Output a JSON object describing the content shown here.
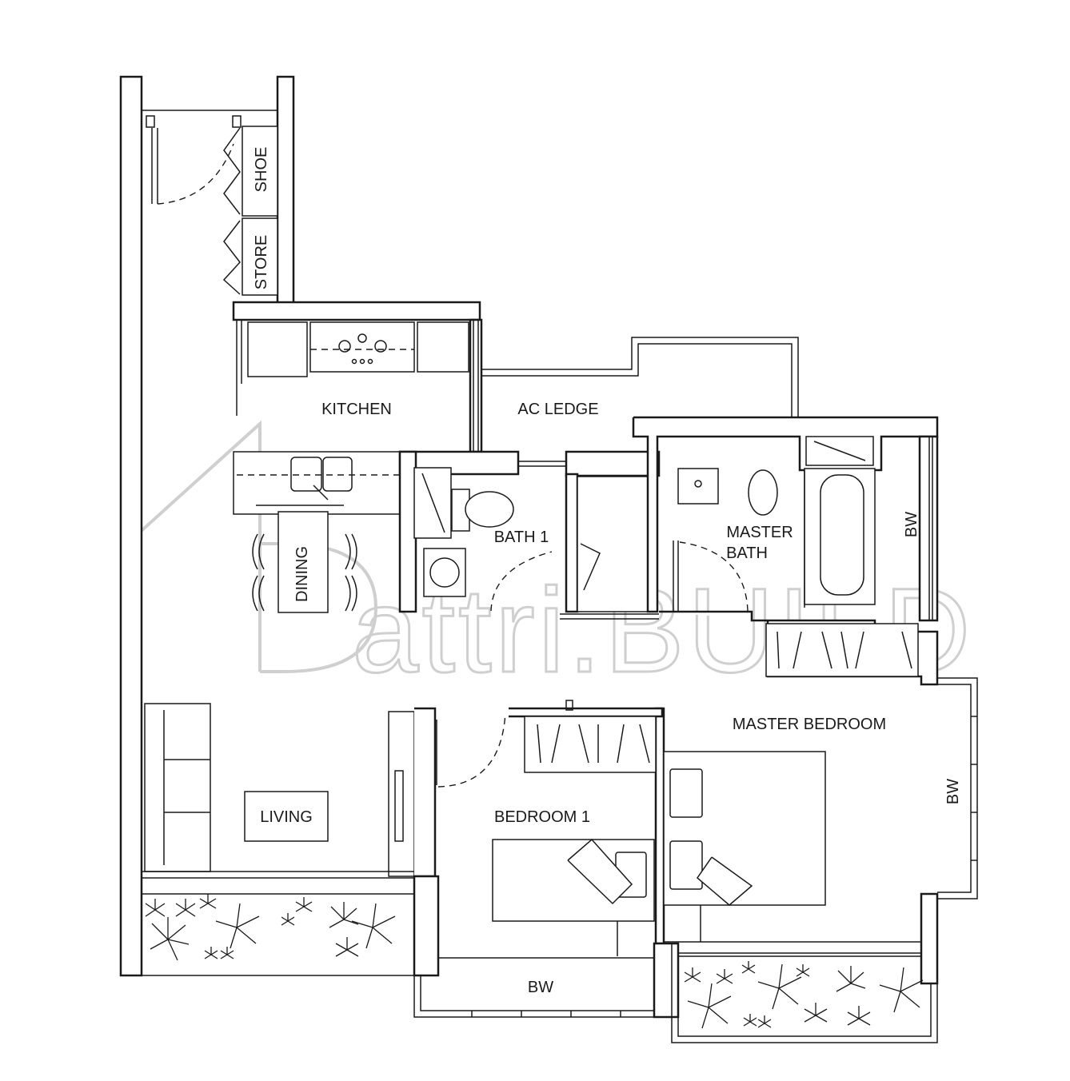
{
  "rooms": {
    "shoe": "SHOE",
    "store": "STORE",
    "kitchen": "KITCHEN",
    "ac_ledge": "AC LEDGE",
    "dining": "DINING",
    "bath1": "BATH 1",
    "master_bath_1": "MASTER",
    "master_bath_2": "BATH",
    "bw_master_bath": "BW",
    "master_bedroom": "MASTER BEDROOM",
    "bw_master_bedroom": "BW",
    "living": "LIVING",
    "bedroom1": "BEDROOM 1",
    "bw_bedroom1": "BW"
  },
  "watermark": {
    "text": "attri.BUILD"
  },
  "colors": {
    "line": "#1a1a1a",
    "watermark": "#cfcfcf",
    "background": "#ffffff"
  }
}
